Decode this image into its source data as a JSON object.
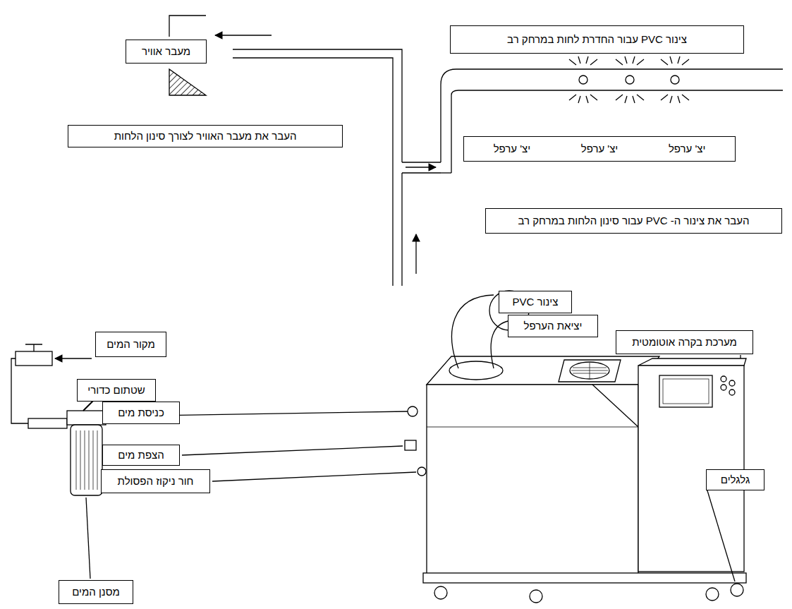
{
  "diagram": {
    "nodes": [
      {
        "text": [
          "צינור PVC עבור החדרת לחות במרחק רב"
        ]
      },
      {
        "text": [
          "מעבר אוויר"
        ]
      },
      {
        "text": [
          "העבר את מעבר האוויר לצורך סינון הלחות"
        ]
      },
      {
        "text": [
          "יצ' ערפל",
          "יצ' ערפל",
          "יצ' ערפל"
        ]
      },
      {
        "text": [
          "העבר את צינור ה- PVC עבור סינון הלחות במרחק רב"
        ]
      },
      {
        "text": [
          "צינור PVC"
        ]
      },
      {
        "text": [
          "יציאת הערפל"
        ]
      },
      {
        "text": [
          "מקור המים"
        ]
      },
      {
        "text": [
          "מערכת בקרה אוטומטית"
        ]
      },
      {
        "text": [
          "שטתום כדורי"
        ]
      },
      {
        "text": [
          "כניסת מים"
        ]
      },
      {
        "text": [
          "הצפת מים"
        ]
      },
      {
        "text": [
          "גלגלים"
        ]
      },
      {
        "text": [
          "חור ניקוז הפסולת"
        ]
      },
      {
        "text": [
          "מסנן המים"
        ]
      }
    ]
  }
}
